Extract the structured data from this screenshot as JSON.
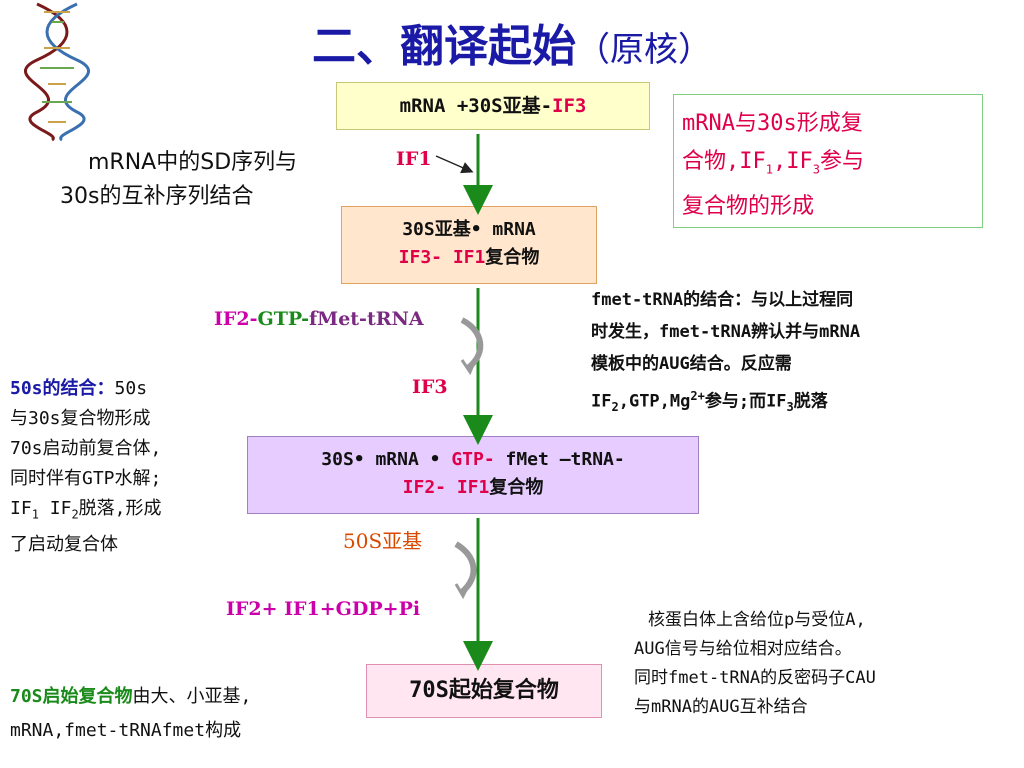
{
  "title": {
    "main": "二、翻译起始",
    "sub": "（原核）"
  },
  "step1_box": {
    "part1": "mRNA +30S亚基-",
    "part2": "IF3"
  },
  "if1_label": "IF1",
  "complex1_box": {
    "line1": "30S亚基• mRNA",
    "line2_a": "IF3- IF1",
    "line2_b": "复合物"
  },
  "if2_label": {
    "part1": "IF2-",
    "part2": "GTP-",
    "part3": "fMet-tRNA"
  },
  "if3_label": "IF3",
  "complex2_box": {
    "line1_a": "30S• mRNA • ",
    "line1_b": "GTP-",
    "line1_c": " fMet –tRNA-",
    "line2_a": "IF2- IF1",
    "line2_b": "复合物"
  },
  "subunit50_label": "50S亚基",
  "release_label": {
    "part1": "IF2+ IF1",
    "part2": "+GDP+Pi"
  },
  "final_box": {
    "label": "70S起始复合物"
  },
  "left_note_1": {
    "line1": "mRNA中的SD序列与",
    "line2": "30s的互补序列结合"
  },
  "left_note_2": {
    "head": "50s的结合：",
    "line1_rest": "50s",
    "line2": "与30s复合物形成",
    "line3": "70s启动前复合体,",
    "line4": "同时伴有GTP水解;",
    "line5_a": "IF",
    "line5_sub1": "1",
    "line5_b": " IF",
    "line5_sub2": "2",
    "line5_c": "脱落,形成",
    "line6": "了启动复合体"
  },
  "right_note_1": {
    "line1": "mRNA与30s形成复",
    "line2_a": "合物,IF",
    "line2_sub1": "1",
    "line2_b": ",IF",
    "line2_sub2": "3",
    "line2_c": "参与",
    "line3": "复合物的形成"
  },
  "right_note_2": {
    "line1": "fmet-tRNA的结合：与以上过程同",
    "line2": "时发生，fmet-tRNA辨认并与mRNA",
    "line3": "模板中的AUG结合。反应需",
    "line4_a": "IF",
    "line4_sub1": "2",
    "line4_b": ",GTP,Mg",
    "line4_sup": "2+",
    "line4_c": "参与;而IF",
    "line4_sub2": "3",
    "line4_d": "脱落"
  },
  "right_note_3": {
    "line1": "核蛋白体上含给位p与受位A,",
    "line2": "AUG信号与给位相对应结合。",
    "line3": "同时fmet-tRNA的反密码子CAU",
    "line4": "与mRNA的AUG互补结合"
  },
  "bottom_note": {
    "part1": "70S启始复合物",
    "part2": "由大、小亚基,",
    "line2": "mRNA,fmet-tRNAfmet构成"
  },
  "colors": {
    "title": "#1a1aa6",
    "accent_red": "#e0004a",
    "arrow_green": "#1a8a1a",
    "step1_bg": "#ffffcc",
    "complex1_bg": "#ffe6cc",
    "complex2_bg": "#e6ccff",
    "final_bg": "#ffe6f0"
  },
  "icons": {
    "dna": "dna-helix-icon"
  }
}
